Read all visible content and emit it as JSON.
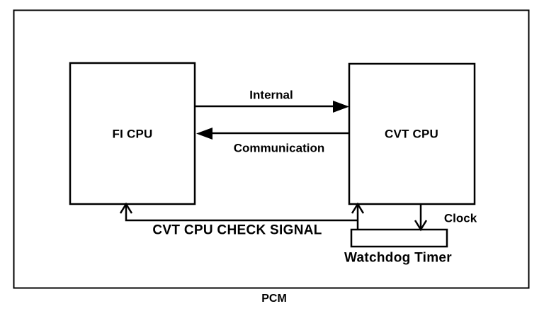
{
  "diagram": {
    "title": "PCM",
    "outer_container": {
      "name": "PCM",
      "caption": "PCM"
    },
    "blocks": [
      {
        "id": "fi_cpu",
        "label": "FI CPU"
      },
      {
        "id": "cvt_cpu",
        "label": "CVT CPU"
      },
      {
        "id": "watchdog_timer",
        "label": "Watchdog Timer"
      }
    ],
    "connections": [
      {
        "id": "internal",
        "label": "Internal",
        "from": "fi_cpu",
        "to": "cvt_cpu",
        "direction": "right"
      },
      {
        "id": "communication",
        "label": "Communication",
        "from": "cvt_cpu",
        "to": "fi_cpu",
        "direction": "left"
      },
      {
        "id": "check_signal",
        "label": "CVT CPU CHECK SIGNAL",
        "from": "watchdog_timer",
        "to": "fi_cpu",
        "direction": "up"
      },
      {
        "id": "clock",
        "label": "Clock",
        "from": "cvt_cpu",
        "to": "watchdog_timer",
        "direction": "down"
      },
      {
        "id": "watchdog_to_cvt",
        "label": "",
        "from": "watchdog_timer",
        "to": "cvt_cpu",
        "direction": "up"
      }
    ],
    "colors": {
      "stroke": "#000000",
      "fill": "#ffffff",
      "text": "#000000"
    }
  }
}
